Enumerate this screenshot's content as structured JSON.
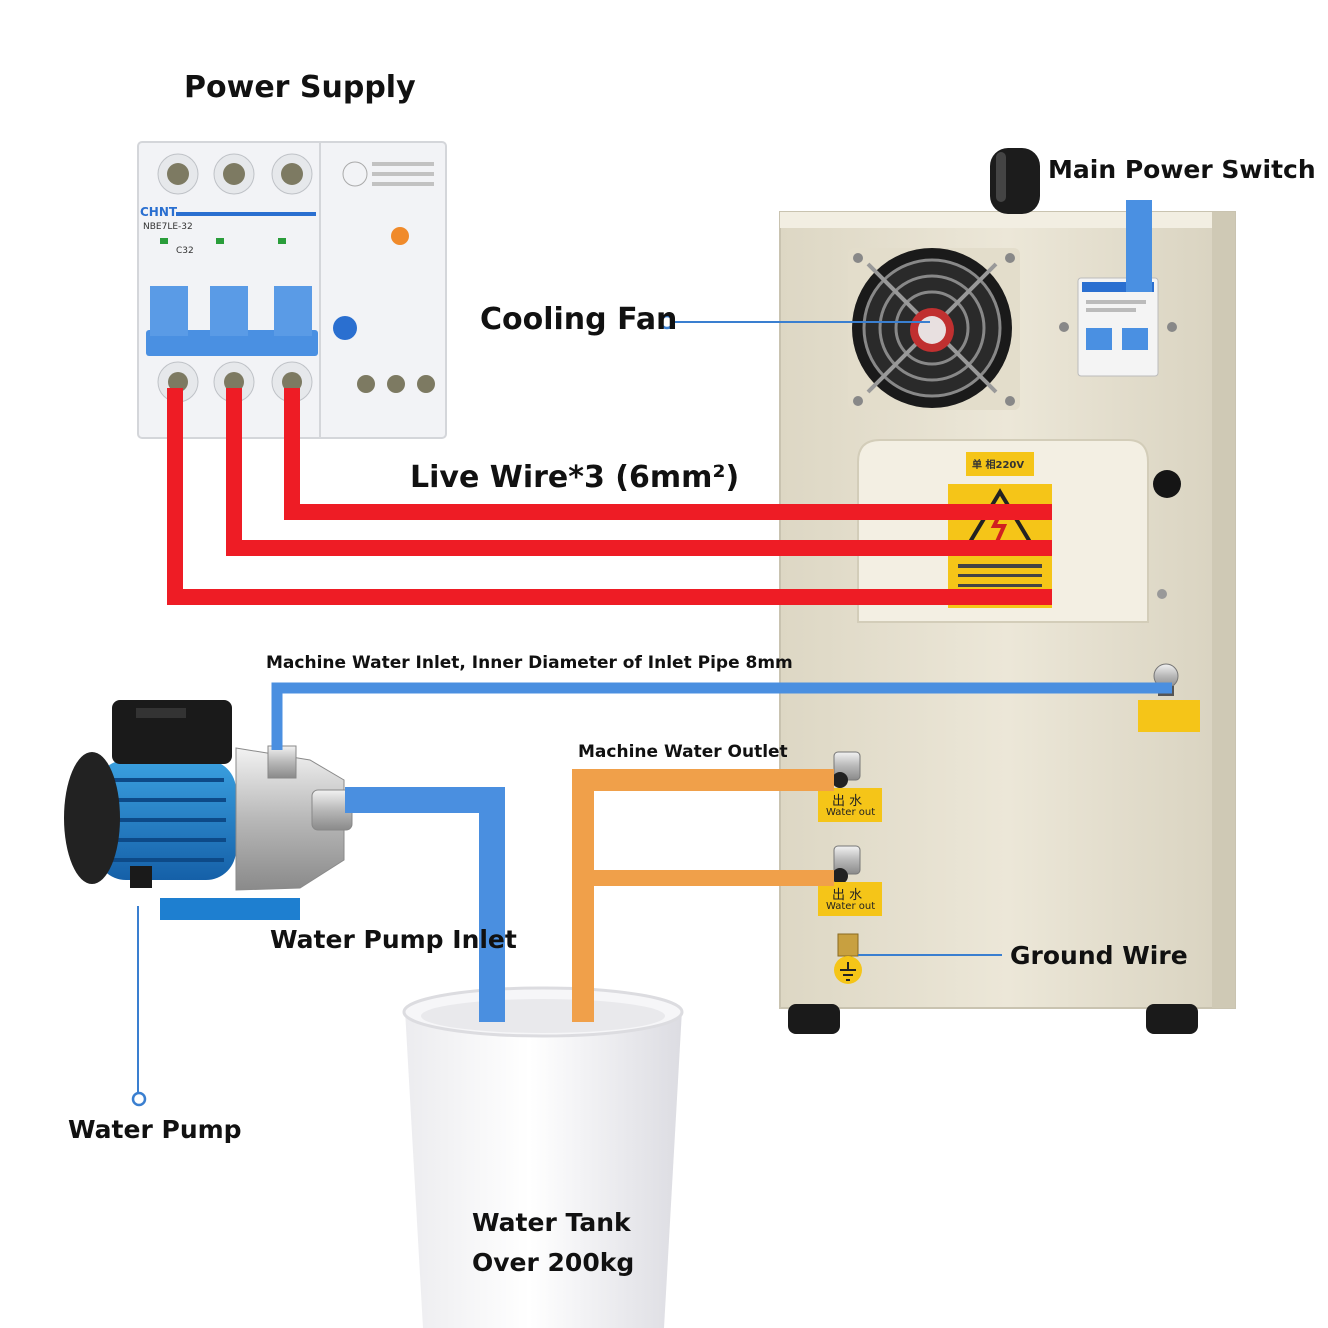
{
  "labels": {
    "power_supply": "Power Supply",
    "main_power_switch": "Main Power Switch",
    "cooling_fan": "Cooling Fan",
    "live_wire": "Live Wire*3 (6mm²)",
    "water_inlet": "Machine Water Inlet, Inner Diameter of Inlet Pipe 8mm",
    "water_outlet": "Machine Water Outlet",
    "pump_inlet": "Water Pump Inlet",
    "ground_wire": "Ground Wire",
    "water_pump": "Water Pump",
    "tank_line1": "Water Tank",
    "tank_line2": "Over 200kg"
  },
  "breaker": {
    "brand": "CHNT",
    "model": "NBE7LE-32",
    "rating": "C32"
  },
  "machine": {
    "outlet_cn": "出 水",
    "outlet_en": "Water out",
    "voltage_tag": "单 相220V"
  },
  "colors": {
    "live_wire": "#ee1c25",
    "water_inlet_pipe": "#4a8fe0",
    "water_outlet_pipe": "#f0a04a",
    "leader_line": "#3a7fd0",
    "machine_body": "#ebe6d6",
    "breaker_blue": "#4a90e2",
    "warning": "#f5c518"
  }
}
